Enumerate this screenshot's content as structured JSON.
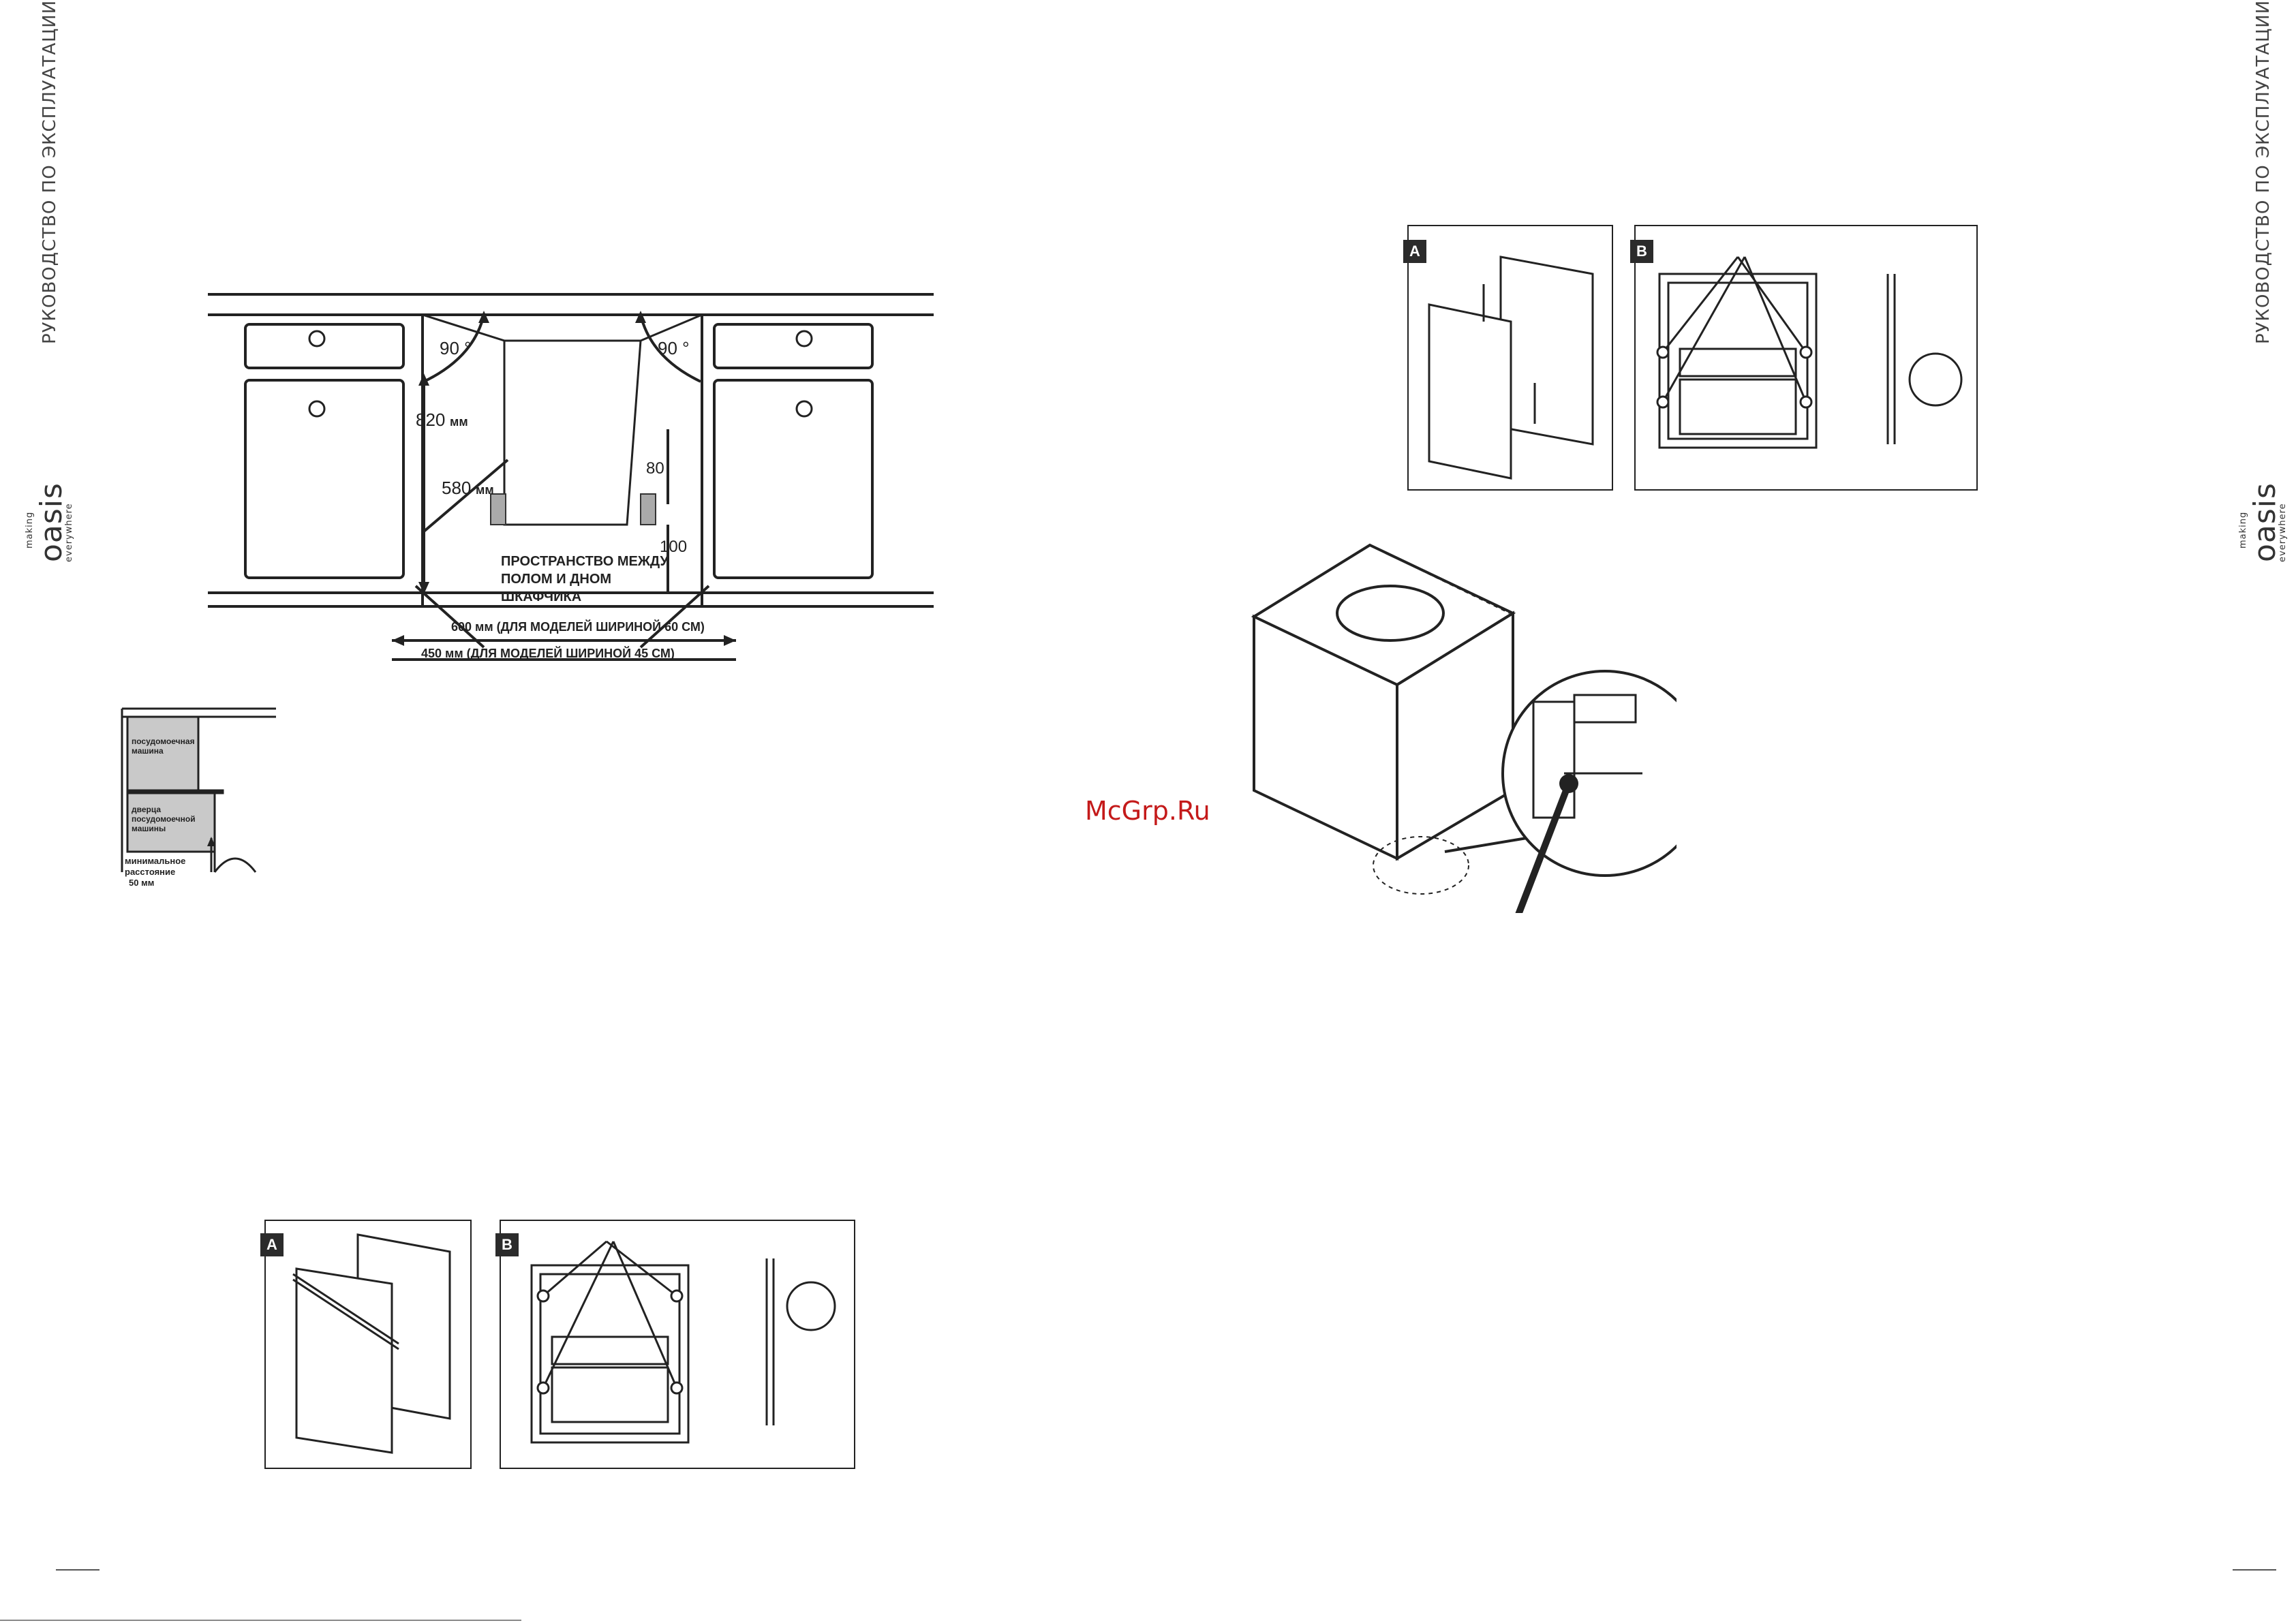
{
  "header": {
    "manual_title": "РУКОВОДСТВО ПО ЭКСПЛУАТАЦИИ",
    "brand_prefix": "making",
    "brand_name": "oasis",
    "brand_suffix": "everywhere"
  },
  "installation_diagram": {
    "angle_left": "90 °",
    "angle_right": "90 °",
    "height_value": "820",
    "depth_value": "580",
    "unit_mm": "мм",
    "gap_top": "80",
    "gap_bottom": "100",
    "floor_space_label": [
      "ПРОСТРАНСТВО МЕЖДУ",
      "ПОЛОМ И ДНОМ",
      "ШКАФЧИКА"
    ],
    "width_60": "600 мм (ДЛЯ МОДЕЛЕЙ ШИРИНОЙ 60 СМ)",
    "width_45": "450 мм (ДЛЯ МОДЕЛЕЙ ШИРИНОЙ 45 СМ)"
  },
  "door_clearance": {
    "dishwasher": [
      "посудомоечная",
      "машина"
    ],
    "door": [
      "дверца",
      "посудомоечной",
      "машины"
    ],
    "min_distance": [
      "минимальное",
      "расстояние",
      "50 мм"
    ]
  },
  "panels": {
    "badge_a": "A",
    "badge_b": "B"
  },
  "watermark": "McGrp.Ru"
}
